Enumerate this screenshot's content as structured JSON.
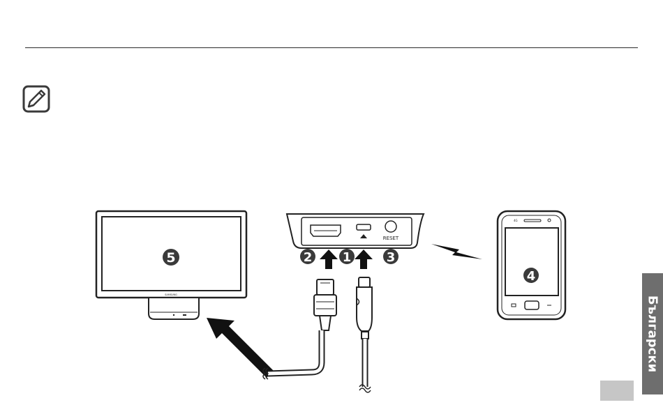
{
  "device": {
    "reset_label": "RESET",
    "tv_brand": "SAMSUNG",
    "phone_status": "4G"
  },
  "callouts": {
    "one": "1",
    "two": "2",
    "three": "3",
    "four": "4",
    "five": "5"
  },
  "side_tab": {
    "language": "Български"
  },
  "colors": {
    "tab": "#6e6e6e",
    "page_box": "#c6c6c6",
    "line": "#2a2a2a",
    "callout": "#3a3a3a"
  }
}
